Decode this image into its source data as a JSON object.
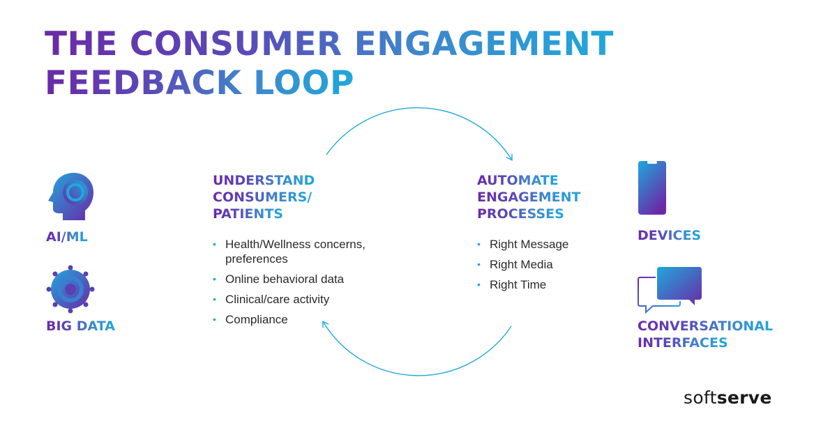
{
  "title": {
    "line1": "THE CONSUMER ENGAGEMENT",
    "line2": "FEEDBACK LOOP"
  },
  "left_section": {
    "heading": [
      "UNDERSTAND",
      "CONSUMERS/",
      "PATIENTS"
    ],
    "bullets": [
      "Health/Wellness concerns, preferences",
      "Online behavioral data",
      "Clinical/care activity",
      "Compliance"
    ]
  },
  "right_section": {
    "heading": [
      "AUTOMATE",
      "ENGAGEMENT",
      "PROCESSES"
    ],
    "bullets": [
      "Right Message",
      "Right Media",
      "Right Time"
    ]
  },
  "technologies": {
    "ai_ml": {
      "label": "AI/ML",
      "icon": "head-brain-icon"
    },
    "big_data": {
      "label": "BIG DATA",
      "icon": "data-network-icon"
    },
    "devices": {
      "label": "DEVICES",
      "icon": "smartphone-icon"
    },
    "conversational": {
      "label": [
        "CONVERSATIONAL",
        "INTERFACES"
      ],
      "icon": "chat-bubbles-icon"
    }
  },
  "logo": {
    "light": "soft",
    "bold": "serve"
  },
  "colors": {
    "purple": "#6a2aa8",
    "blue": "#1fa8dc",
    "loop_arrow": "#1fa8dc"
  }
}
